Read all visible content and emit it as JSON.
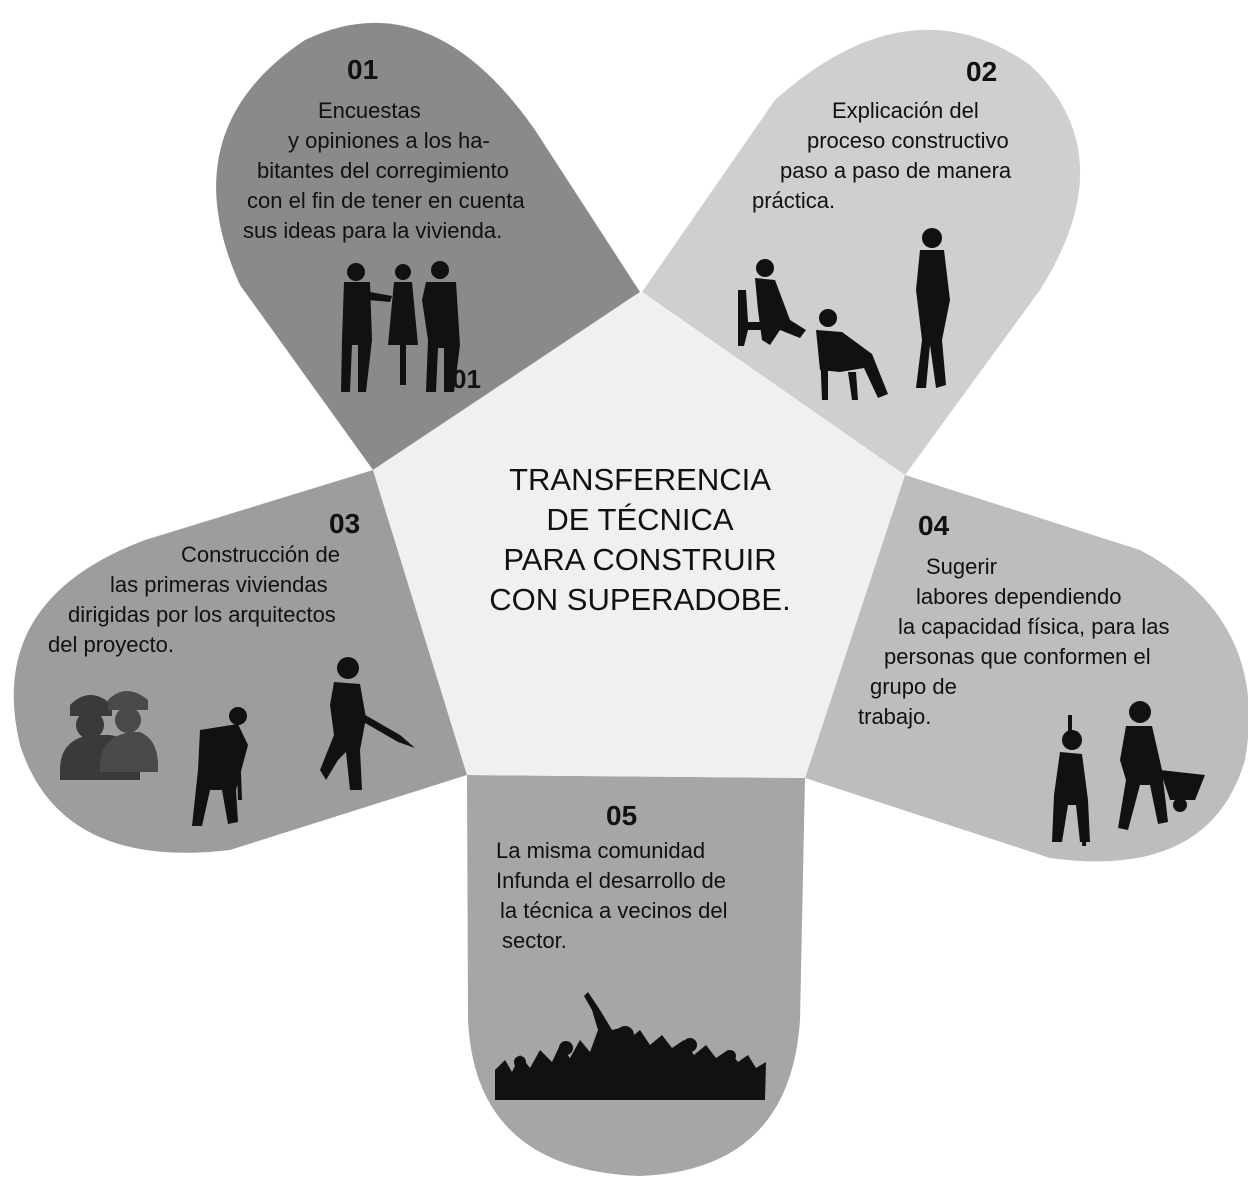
{
  "center": {
    "lines": [
      "TRANSFERENCIA",
      "DE TÉCNICA",
      "PARA CONSTRUIR",
      "CON SUPERADOBE."
    ]
  },
  "petals": [
    {
      "number": "01",
      "lines": [
        "Encuestas",
        "y opiniones a los ha-",
        "bitantes del corregimiento",
        "con el fin de tener en cuenta",
        "sus ideas para la vivienda."
      ],
      "fill": "#8a8a8a",
      "icon": "people-talking-icon"
    },
    {
      "number": "02",
      "lines": [
        "Explicación del",
        "proceso constructivo",
        "paso a paso de manera",
        "práctica."
      ],
      "fill": "#cfcfcf",
      "icon": "people-reading-icon"
    },
    {
      "number": "03",
      "lines": [
        "Construcción de",
        "las primeras viviendas",
        "dirigidas por los arquitectos",
        "del proyecto."
      ],
      "fill": "#9d9d9d",
      "icon": "construction-workers-icon"
    },
    {
      "number": "04",
      "lines": [
        "Sugerir",
        "labores dependiendo",
        "la capacidad física, para las",
        "personas que conformen el",
        "grupo de",
        "trabajo."
      ],
      "fill": "#bdbdbd",
      "icon": "workers-wheelbarrow-icon"
    },
    {
      "number": "05",
      "lines": [
        "La misma comunidad",
        "Infunda el desarrollo de",
        "la técnica a vecinos del",
        "sector."
      ],
      "fill": "#a6a6a6",
      "icon": "crowd-cheering-icon"
    }
  ],
  "stray_label": "01",
  "colors": {
    "pentagon": "#f0f0f2",
    "silhouette": "#111111"
  }
}
